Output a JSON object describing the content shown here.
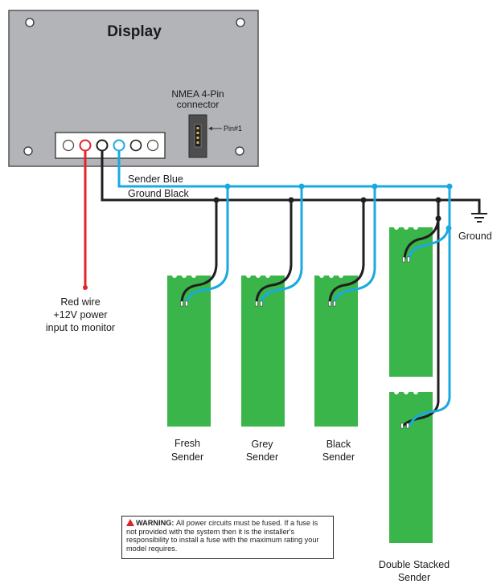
{
  "display": {
    "title": "Display",
    "nmea_label_line1": "NMEA 4-Pin",
    "nmea_label_line2": "connector",
    "pin_label": "Pin#1"
  },
  "wires": {
    "sender_blue": "Sender Blue",
    "ground_black": "Ground Black",
    "ground": "Ground",
    "red_wire_line1": "Red wire",
    "red_wire_line2": "+12V power",
    "red_wire_line3": "input to monitor"
  },
  "senders": [
    {
      "line1": "Fresh",
      "line2": "Sender"
    },
    {
      "line1": "Grey",
      "line2": "Sender"
    },
    {
      "line1": "Black",
      "line2": "Sender"
    },
    {
      "line1": "Double Stacked",
      "line2": "Sender"
    }
  ],
  "warning": {
    "title": "WARNING:",
    "text": "All power circuits must be fused. If a fuse is not provided with the system then it is the installer's responsibility to install a fuse with the maximum rating your model requires."
  },
  "colors": {
    "panel": "#b3b4b7",
    "red_wire": "#e3242b",
    "blue_wire": "#1ba9e1",
    "black_wire": "#1f1f1f",
    "sender_green": "#3ab54a"
  }
}
